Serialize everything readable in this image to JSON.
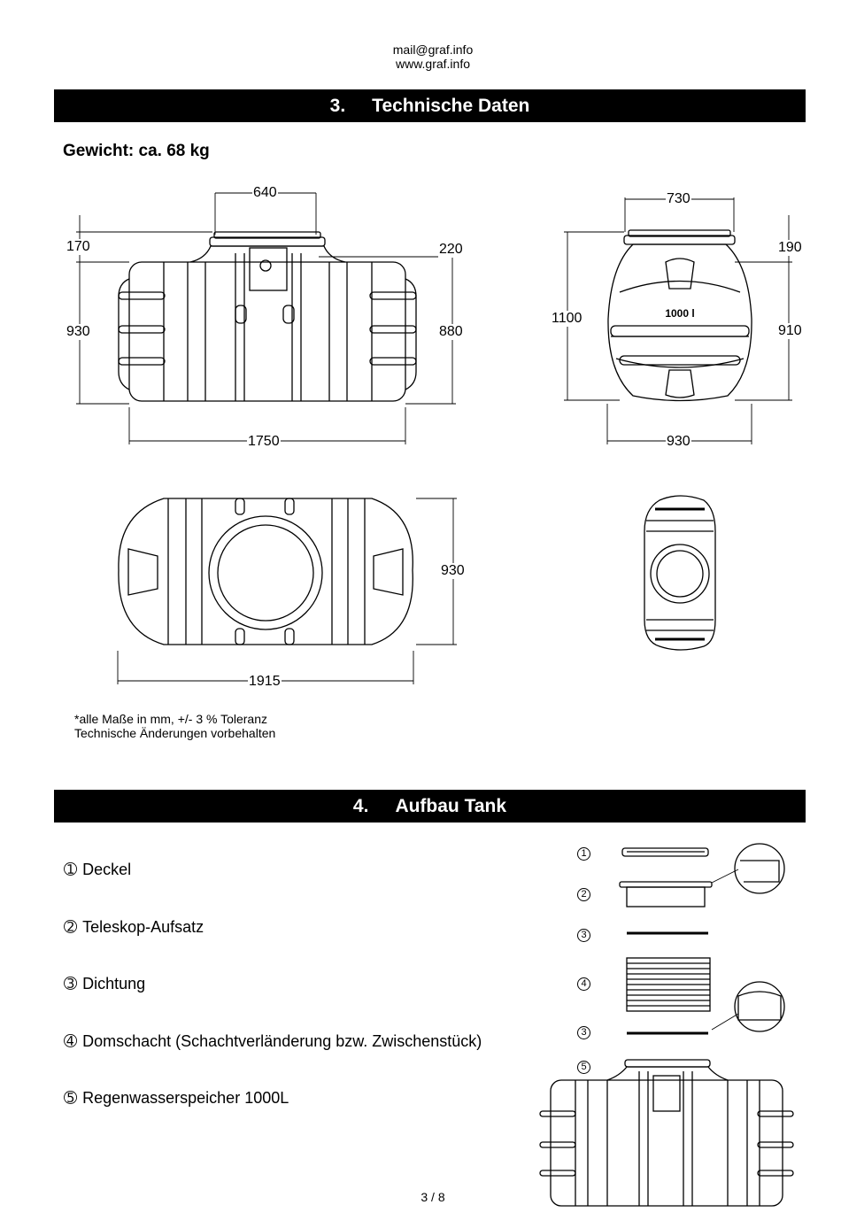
{
  "header": {
    "email": "mail@graf.info",
    "website": "www.graf.info"
  },
  "section3": {
    "number": "3.",
    "title": "Technische Daten",
    "weight": "Gewicht: ca. 68 kg",
    "dimensions": {
      "side_top_width": "640",
      "side_top_offset": "170",
      "side_right_top": "220",
      "side_left_height": "930",
      "side_right_height": "880",
      "side_length": "1750",
      "front_top_width": "730",
      "front_total_height": "1100",
      "front_right_top": "190",
      "front_right_height": "910",
      "front_width": "930",
      "top_height": "930",
      "top_length": "1915"
    },
    "tank_label": "1000 l",
    "note_line1": "*alle Maße in mm, +/- 3 % Toleranz",
    "note_line2": "Technische Änderungen vorbehalten"
  },
  "section4": {
    "number": "4.",
    "title": "Aufbau Tank",
    "parts": [
      {
        "symbol": "➀",
        "label": "Deckel"
      },
      {
        "symbol": "➁",
        "label": "Teleskop-Aufsatz"
      },
      {
        "symbol": "➂",
        "label": "Dichtung"
      },
      {
        "symbol": "➃",
        "label": "Domschacht (Schachtverländerung bzw. Zwischenstück)"
      },
      {
        "symbol": "➄",
        "label": "Regenwasserspeicher 1000L"
      }
    ],
    "diagram_numbers": [
      "1",
      "2",
      "3",
      "4",
      "3",
      "5"
    ]
  },
  "footer": {
    "page": "3 / 8"
  }
}
